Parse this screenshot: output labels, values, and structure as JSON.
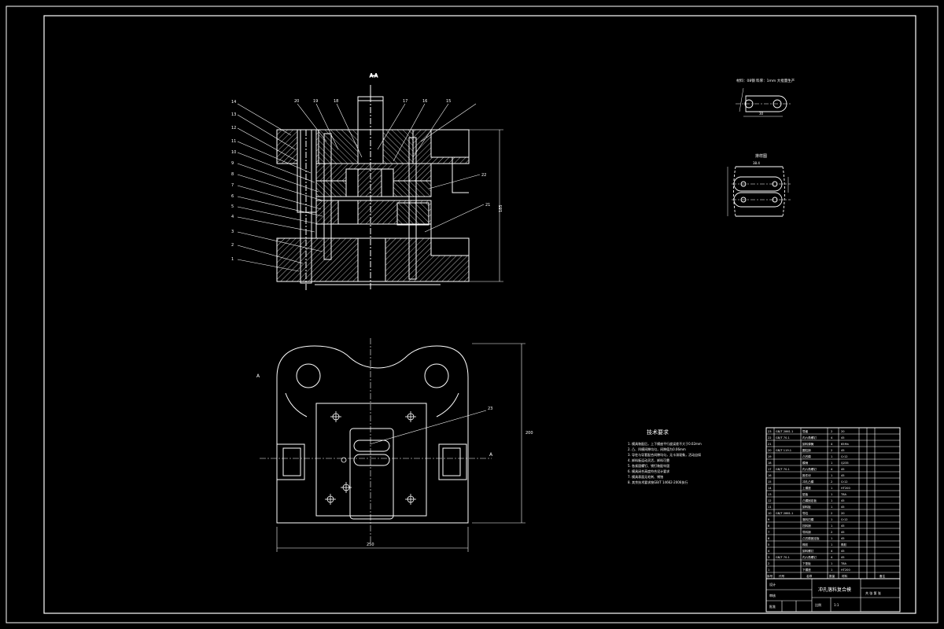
{
  "section_label": "A-A",
  "section_mark": "A",
  "technical_requirements_title": "技术要求",
  "technical_requirements": [
    "1. 模具装配后，上下模座平行度误差不大于0.02mm",
    "2. 凸、凹模间隙均匀，间隙值为0.06mm",
    "3. 导柱与导套配合间隙均匀，无卡滞现象，活动自如",
    "4. 卸料板运动灵活，卸料可靠",
    "5. 各紧固螺钉、销钉装配牢固",
    "6. 模具闭合高度符合设计要求",
    "7. 模具表面无毛刺、锈蚀",
    "8. 其余技术要求按GB/T 14662-2006执行"
  ],
  "part_drawing_title": "工件图",
  "part_drawing_note": "材料：08钢  料厚：1mm  大批量生产",
  "layout_title": "排样图",
  "dim_labels": {
    "section_height": "185",
    "plan_width": "250",
    "plan_height": "200",
    "part_length": "30",
    "layout_width": "38.4"
  },
  "leader_numbers_left": [
    "14",
    "13",
    "12",
    "11",
    "10",
    "9",
    "8",
    "7",
    "6",
    "5",
    "4",
    "3",
    "2",
    "1"
  ],
  "leader_numbers_top": [
    "20",
    "19",
    "18",
    "17",
    "16",
    "15"
  ],
  "leader_numbers_right": [
    "22",
    "21"
  ],
  "plan_leader": "23",
  "bom_rows": [
    {
      "no": "23",
      "code": "GB/T 2861.1",
      "name": "导套",
      "qty": "2",
      "mat": "20"
    },
    {
      "no": "22",
      "code": "GB/T 70.1",
      "name": "内六角螺钉",
      "qty": "4",
      "mat": "45"
    },
    {
      "no": "21",
      "code": "",
      "name": "卸料弹簧",
      "qty": "4",
      "mat": "65Mn"
    },
    {
      "no": "20",
      "code": "GB/T 119.1",
      "name": "圆柱销",
      "qty": "2",
      "mat": "45"
    },
    {
      "no": "19",
      "code": "",
      "name": "凸凹模",
      "qty": "1",
      "mat": "Cr12"
    },
    {
      "no": "18",
      "code": "",
      "name": "模柄",
      "qty": "1",
      "mat": "Q235"
    },
    {
      "no": "17",
      "code": "GB/T 70.1",
      "name": "内六角螺钉",
      "qty": "4",
      "mat": "45"
    },
    {
      "no": "16",
      "code": "",
      "name": "推件块",
      "qty": "1",
      "mat": "45"
    },
    {
      "no": "15",
      "code": "",
      "name": "冲孔凸模",
      "qty": "2",
      "mat": "Cr12"
    },
    {
      "no": "14",
      "code": "",
      "name": "上模座",
      "qty": "1",
      "mat": "HT200"
    },
    {
      "no": "13",
      "code": "",
      "name": "垫板",
      "qty": "1",
      "mat": "T8A"
    },
    {
      "no": "12",
      "code": "",
      "name": "凸模固定板",
      "qty": "1",
      "mat": "45"
    },
    {
      "no": "11",
      "code": "",
      "name": "卸料板",
      "qty": "1",
      "mat": "45"
    },
    {
      "no": "10",
      "code": "GB/T 2861.1",
      "name": "导柱",
      "qty": "2",
      "mat": "20"
    },
    {
      "no": "9",
      "code": "",
      "name": "落料凹模",
      "qty": "1",
      "mat": "Cr12"
    },
    {
      "no": "8",
      "code": "",
      "name": "挡料销",
      "qty": "1",
      "mat": "45"
    },
    {
      "no": "7",
      "code": "",
      "name": "导料销",
      "qty": "2",
      "mat": "45"
    },
    {
      "no": "6",
      "code": "",
      "name": "凸凹模固定板",
      "qty": "1",
      "mat": "45"
    },
    {
      "no": "5",
      "code": "",
      "name": "橡胶",
      "qty": "1",
      "mat": "橡胶"
    },
    {
      "no": "4",
      "code": "",
      "name": "卸料螺钉",
      "qty": "4",
      "mat": "45"
    },
    {
      "no": "3",
      "code": "GB/T 70.1",
      "name": "内六角螺钉",
      "qty": "4",
      "mat": "45"
    },
    {
      "no": "2",
      "code": "",
      "name": "下垫板",
      "qty": "1",
      "mat": "T8A"
    },
    {
      "no": "1",
      "code": "",
      "name": "下模座",
      "qty": "1",
      "mat": "HT200"
    }
  ],
  "bom_header": {
    "no": "序号",
    "code": "代号",
    "name": "名称",
    "qty": "数量",
    "mat": "材料",
    "note": "备注"
  },
  "title_block": {
    "name": "冲孔落料复合模",
    "scale_label": "比例",
    "scale": "1:1",
    "sheet_label": "共 张 第 张",
    "design": "设计",
    "check": "审核",
    "approve": "批准"
  },
  "colors": {
    "line": "#ffffff",
    "bg": "#000000"
  }
}
